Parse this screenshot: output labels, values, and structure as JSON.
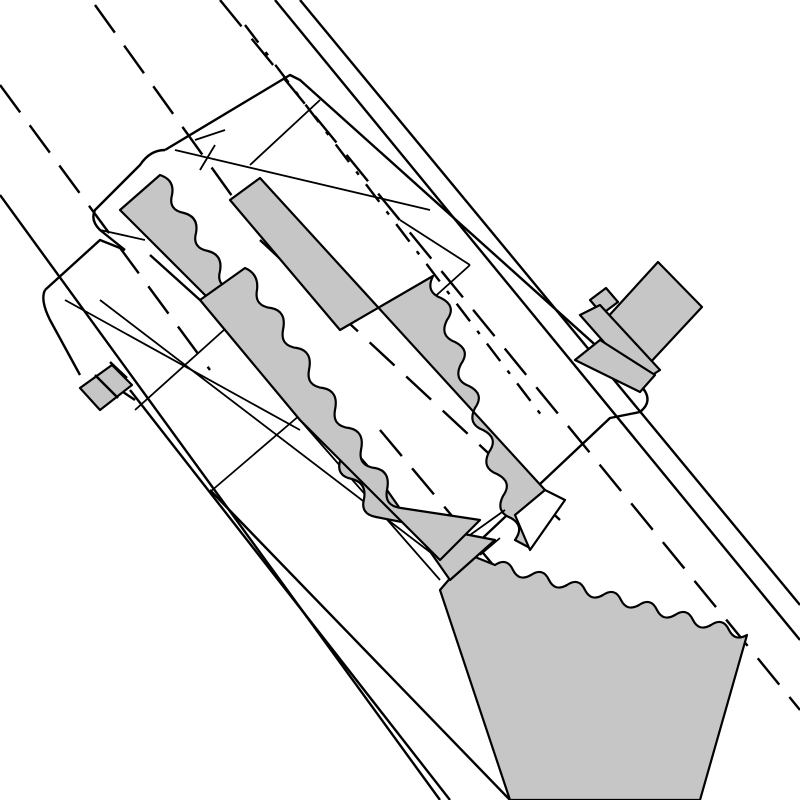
{
  "diagram": {
    "type": "mechanical-cross-section-line-drawing",
    "style": "black line art with gray-filled parts",
    "colors": {
      "part_fill": "#c6c6c6",
      "line": "#000000",
      "background": "#ffffff"
    },
    "parts": [
      "outer-tube",
      "clamp-housing",
      "upper-wavy-jaw",
      "lower-wavy-jaw",
      "serrated-rail",
      "slanted-gray-bar",
      "right-mounting-block",
      "left-bolt",
      "centerlines"
    ]
  }
}
